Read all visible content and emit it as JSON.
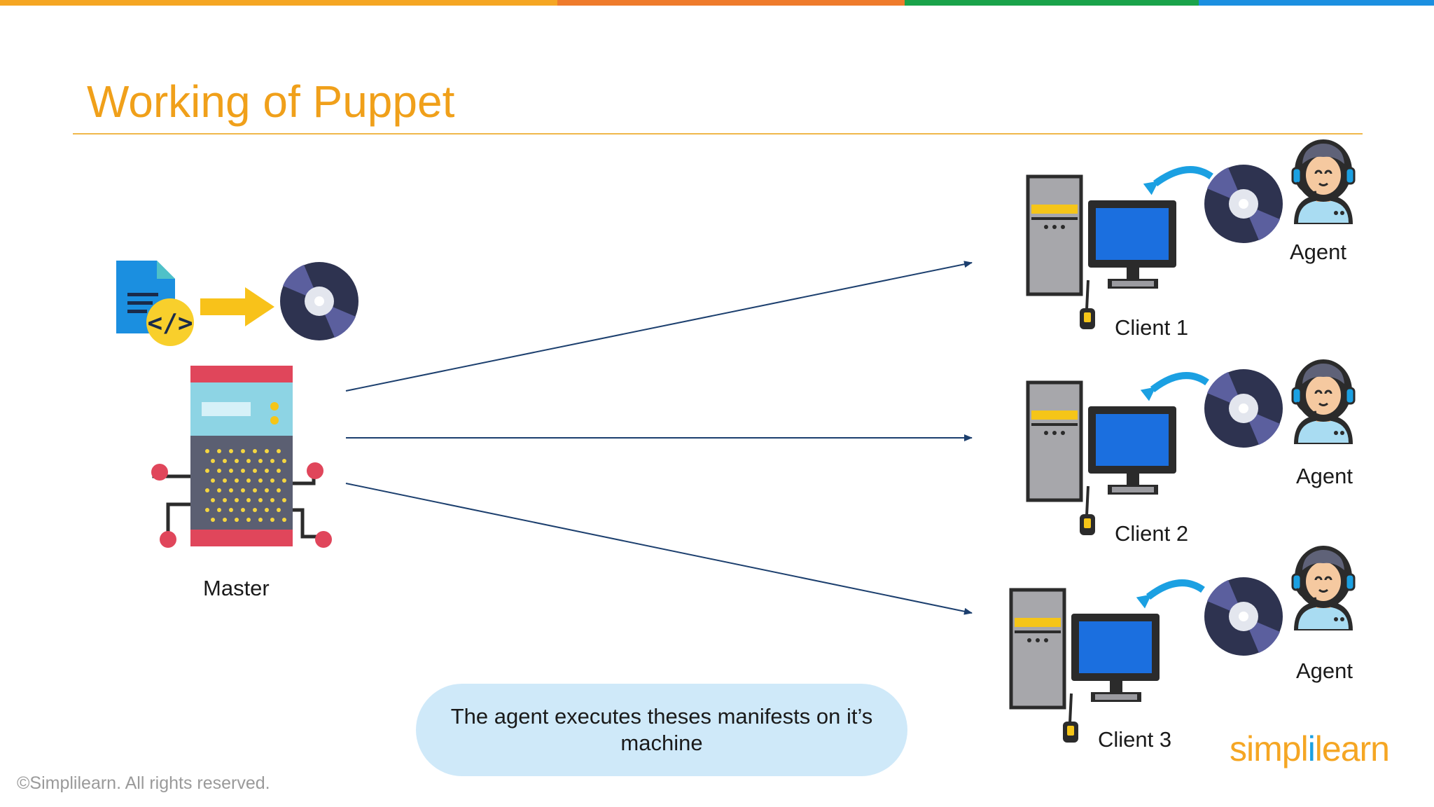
{
  "slide": {
    "title": "Working of Puppet",
    "top_bar_colors": [
      "#f5a623",
      "#ef7b2c",
      "#1aa34a",
      "#1b8fe0"
    ],
    "accent_color": "#f0a01a"
  },
  "master": {
    "label": "Master",
    "icons": [
      "code-file-icon",
      "arrow-right-icon",
      "disc-icon",
      "server-icon"
    ]
  },
  "clients": [
    {
      "label": "Client 1",
      "agent_label": "Agent"
    },
    {
      "label": "Client 2",
      "agent_label": "Agent"
    },
    {
      "label": "Client 3",
      "agent_label": "Agent"
    }
  ],
  "callout": {
    "text": "The agent executes theses manifests on it’s machine"
  },
  "footer": {
    "copyright": "©Simplilearn. All rights reserved.",
    "logo_part1": "simpl",
    "logo_part2": "i",
    "logo_part3": "learn"
  }
}
